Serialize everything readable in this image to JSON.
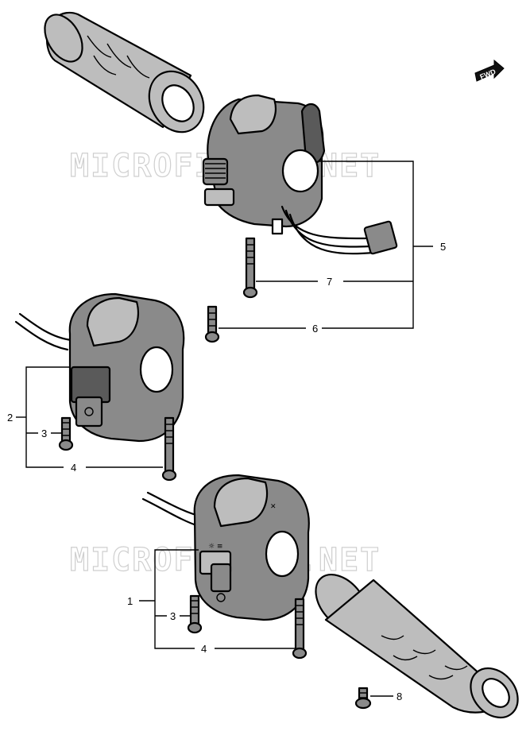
{
  "watermark": "MICROFICHES.NET",
  "fwd_badge": "FWD",
  "callouts": {
    "c1": "1",
    "c2": "2",
    "c3a": "3",
    "c3b": "3",
    "c4a": "4",
    "c4b": "4",
    "c5": "5",
    "c6": "6",
    "c7": "7",
    "c8": "8"
  }
}
